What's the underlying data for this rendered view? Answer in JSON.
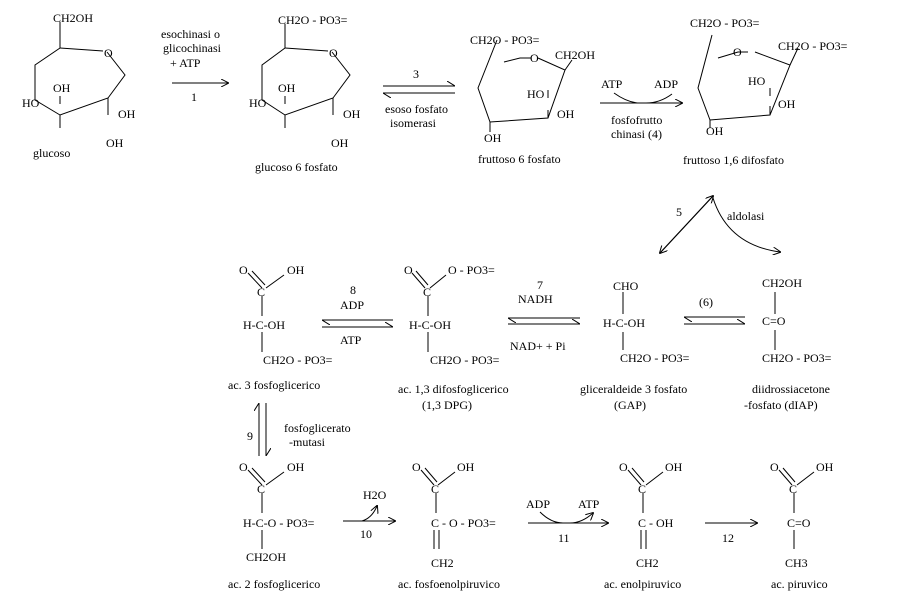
{
  "compounds": {
    "glucose": {
      "name": "glucoso",
      "top": "CH2OH",
      "ring_o": "O",
      "oh_left": "HO",
      "oh_mid": "OH",
      "oh_right": "OH",
      "oh_bottom": "OH"
    },
    "g6p": {
      "name": "glucoso 6 fosfato",
      "top": "CH2O - PO3=",
      "ring_o": "O",
      "oh_left": "HO",
      "oh_mid": "OH",
      "oh_right": "OH",
      "oh_bottom": "OH"
    },
    "f6p": {
      "name": "fruttoso 6 fosfato",
      "left": "CH2O - PO3=",
      "ring_o": "O",
      "right": "CH2OH",
      "ho": "HO",
      "oh_right": "OH",
      "oh_bottom": "OH"
    },
    "fbp": {
      "name": "fruttoso 1,6 difosfato",
      "left": "CH2O - PO3=",
      "ring_o": "O",
      "right": "CH2O - PO3=",
      "ho": "HO",
      "oh_right": "OH",
      "oh_bottom": "OH"
    },
    "pg3": {
      "name": "ac. 3 fosfoglicerico",
      "top": "O",
      "oh": "OH",
      "c": "C",
      "mid": "H-C-OH",
      "bottom": "CH2O - PO3="
    },
    "dpg": {
      "name": "ac. 1,3 difosfoglicerico",
      "abbr": "(1,3 DPG)",
      "top": "O",
      "opo": "O - PO3=",
      "c": "C",
      "mid": "H-C-OH",
      "bottom": "CH2O - PO3="
    },
    "gap": {
      "name": "gliceraldeide 3 fosfato",
      "abbr": "(GAP)",
      "top": "CHO",
      "mid": "H-C-OH",
      "bottom": "CH2O - PO3="
    },
    "diap": {
      "name1": "diidrossiacetone",
      "name2": "-fosfato (dIAP)",
      "top": "CH2OH",
      "mid": "C=O",
      "bottom": "CH2O - PO3="
    },
    "pg2": {
      "name": "ac. 2 fosfoglicerico",
      "top": "O",
      "oh": "OH",
      "c": "C",
      "mid": "H-C-O - PO3=",
      "bottom": "CH2OH"
    },
    "pep": {
      "name": "ac. fosfoenolpiruvico",
      "top": "O",
      "oh": "OH",
      "c": "C",
      "mid": "C - O - PO3=",
      "bottom": "CH2"
    },
    "enol": {
      "name": "ac. enolpiruvico",
      "top": "O",
      "oh": "OH",
      "c": "C",
      "mid": "C - OH",
      "bottom": "CH2"
    },
    "pyr": {
      "name": "ac. piruvico",
      "top": "O",
      "oh": "OH",
      "c": "C",
      "mid": "C=O",
      "bottom": "CH3"
    }
  },
  "reactions": {
    "r1": {
      "num": "1",
      "enzyme1": "esochinasi o",
      "enzyme2": "glicochinasi",
      "cofactor": "+ ATP"
    },
    "r3": {
      "num": "3",
      "enzyme1": "esoso fosfato",
      "enzyme2": "isomerasi"
    },
    "r4": {
      "in": "ATP",
      "out": "ADP",
      "enzyme1": "fosfofrutto",
      "enzyme2": "chinasi  (4)"
    },
    "r5": {
      "num": "5",
      "enzyme": "aldolasi"
    },
    "r6": {
      "num": "(6)"
    },
    "r7": {
      "num": "7",
      "top": "NADH",
      "bottom": "NAD+ + Pi"
    },
    "r8": {
      "num": "8",
      "top": "ADP",
      "bottom": "ATP"
    },
    "r9": {
      "num": "9",
      "enzyme1": "fosfoglicerato",
      "enzyme2": "-mutasi"
    },
    "r10": {
      "num": "10",
      "product": "H2O"
    },
    "r11": {
      "num": "11",
      "in": "ADP",
      "out": "ATP"
    },
    "r12": {
      "num": "12"
    }
  }
}
